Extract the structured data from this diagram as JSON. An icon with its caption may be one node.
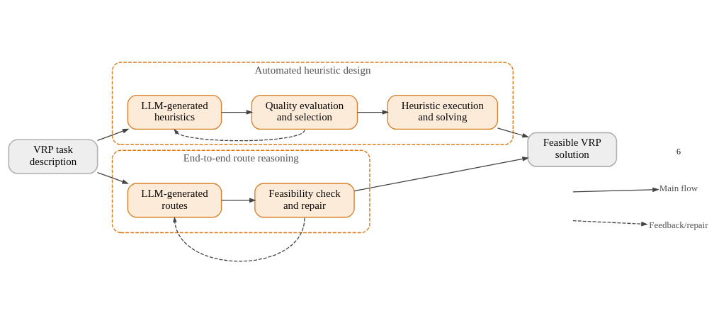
{
  "diagram": {
    "nodes": [
      {
        "text": [
          "VRP task description"
        ]
      },
      {
        "text": [
          "Automated heuristic design"
        ]
      },
      {
        "text": [
          "LLM-generated heuristics"
        ],
        "in": 1
      },
      {
        "text": [
          "Quality evaluation and selection"
        ],
        "in": 1
      },
      {
        "text": [
          "Heuristic execution and solving"
        ],
        "in": 1
      },
      {
        "text": [
          "End-to-end route reasoning"
        ]
      },
      {
        "text": [
          "LLM-generated routes"
        ],
        "in": 5
      },
      {
        "text": [
          "Feasibility check and repair"
        ],
        "in": 5
      },
      {
        "text": [
          "Feasible VRP solution"
        ]
      }
    ],
    "edges": [
      {
        "from": 0,
        "to": 2,
        "arrow": "to"
      },
      {
        "from": 2,
        "to": 3,
        "arrow": "to"
      },
      {
        "from": 3,
        "to": 4,
        "arrow": "to"
      },
      {
        "from": 3,
        "to": 2,
        "arrow": "to",
        "style": "dashed"
      },
      {
        "from": 4,
        "to": 8,
        "arrow": "to"
      },
      {
        "from": 0,
        "to": 6,
        "arrow": "to"
      },
      {
        "from": 6,
        "to": 7,
        "arrow": "to"
      },
      {
        "from": 7,
        "to": 6,
        "arrow": "to",
        "style": "dashed"
      },
      {
        "from": 7,
        "to": 8,
        "arrow": "to"
      }
    ],
    "labels": [
      "6"
    ],
    "legend": [
      {
        "text": "Main flow"
      },
      {
        "text": "Feedback/repair"
      }
    ]
  }
}
